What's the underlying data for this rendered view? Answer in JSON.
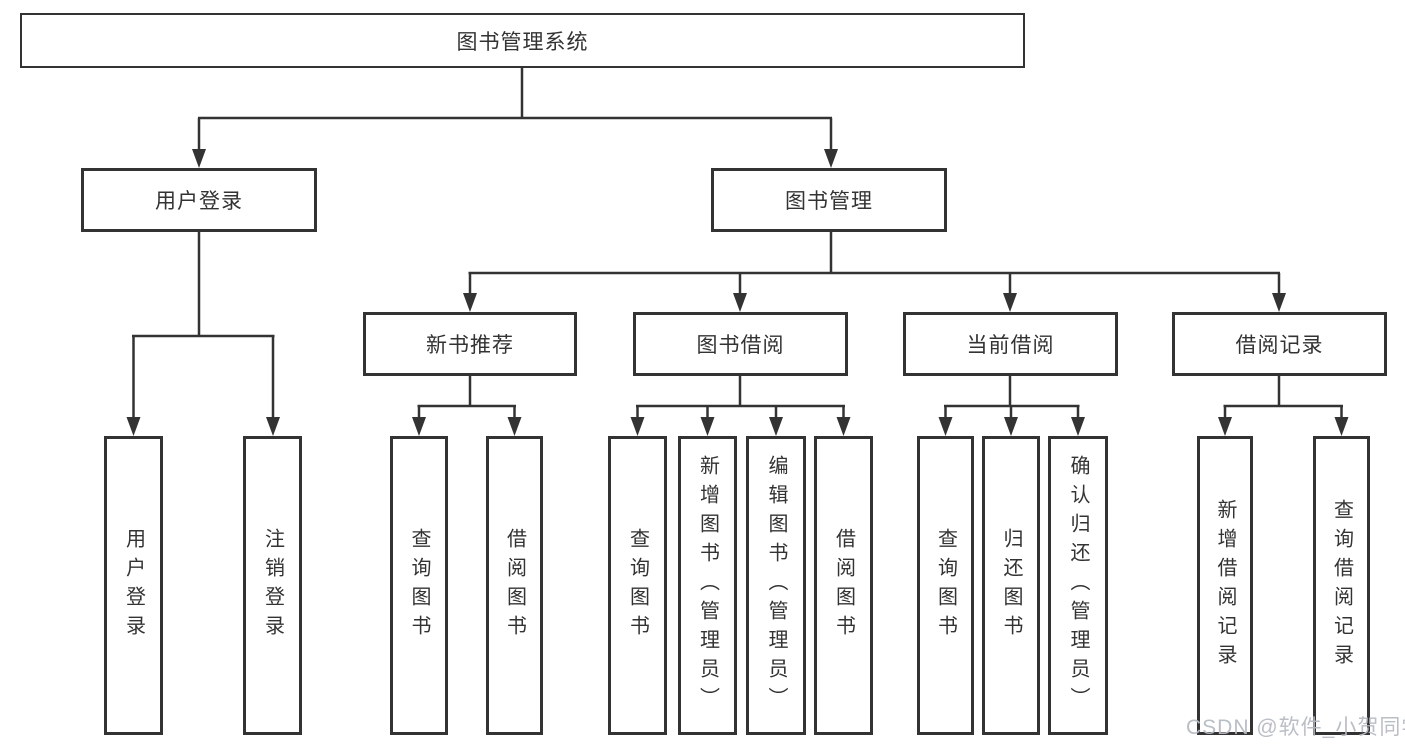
{
  "title": "图书管理系统",
  "user_login": {
    "label": "用户登录",
    "children": [
      "用户登录",
      "注销登录"
    ]
  },
  "book_mgmt": {
    "label": "图书管理"
  },
  "sections": {
    "new_books": {
      "label": "新书推荐",
      "children": [
        "查询图书",
        "借阅图书"
      ]
    },
    "book_borrow": {
      "label": "图书借阅",
      "children": [
        "查询图书",
        "新增图书（管理员）",
        "编辑图书（管理员）",
        "借阅图书"
      ]
    },
    "current_borrow": {
      "label": "当前借阅",
      "children": [
        "查询图书",
        "归还图书",
        "确认归还（管理员）"
      ]
    },
    "borrow_records": {
      "label": "借阅记录",
      "children": [
        "新增借阅记录",
        "查询借阅记录"
      ]
    }
  },
  "watermark": "CSDN @软件_小贺同学",
  "colors": {
    "line": "#333333",
    "box_border": "#333333",
    "text": "#333333",
    "watermark": "#b6bac2",
    "background": "#ffffff"
  }
}
